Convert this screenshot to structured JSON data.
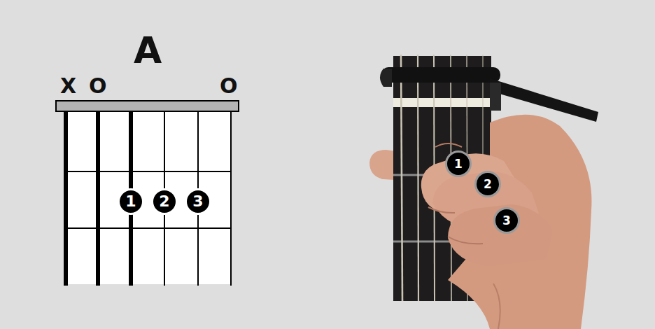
{
  "diagram": {
    "title": "A",
    "nodes": [
      {
        "text": [
          "1"
        ]
      },
      {
        "text": [
          "2"
        ]
      },
      {
        "text": [
          "3"
        ]
      },
      {
        "text": [
          "1"
        ]
      },
      {
        "text": [
          "2"
        ]
      },
      {
        "text": [
          "3"
        ]
      }
    ],
    "labels": [
      "X",
      "O",
      "O"
    ]
  }
}
